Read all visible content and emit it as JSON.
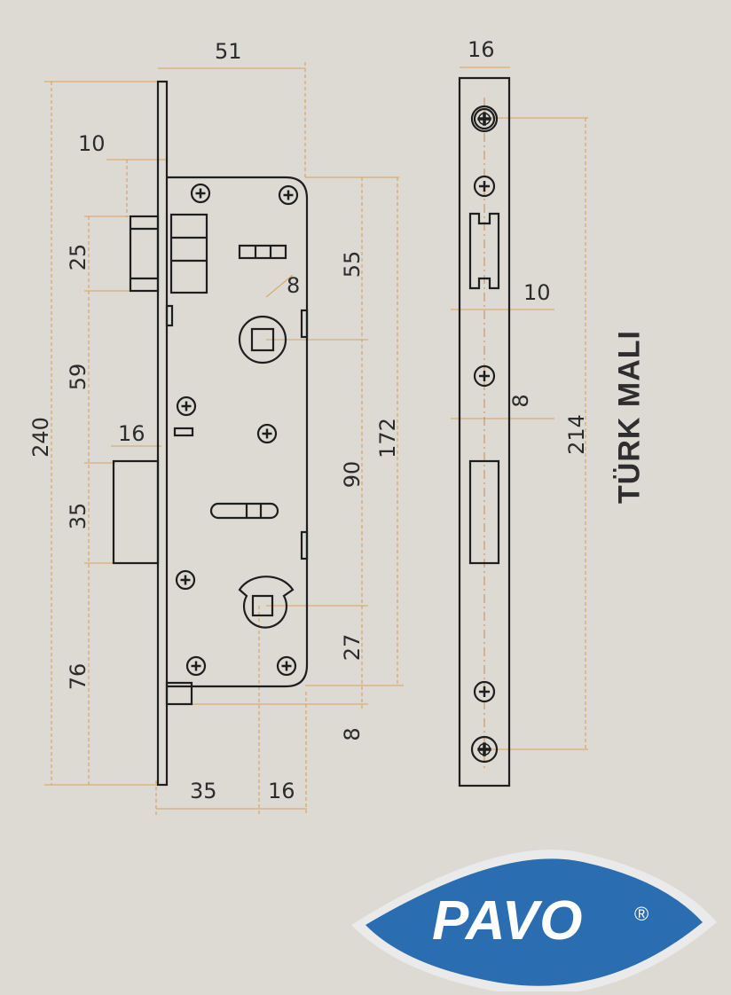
{
  "dimensions": {
    "top_width": "51",
    "lip_width": "10",
    "deadbolt_height": "25",
    "spindle_offset": "55",
    "spindle_square": "8",
    "spindle_to_key": "59",
    "key_to_latch": "90",
    "case_height": "172",
    "overall_height": "240",
    "latch_projection": "16",
    "latch_height": "35",
    "cylinder_to_bottom": "27",
    "bottom_offset": "76",
    "bottom_gap": "8",
    "backset": "35",
    "case_depth": "16"
  },
  "strike_plate": {
    "width": "16",
    "slot_width": "10",
    "slot_gap": "8",
    "screw_span": "214"
  },
  "origin_label": "TÜRK MALI",
  "brand": {
    "name": "PAVO",
    "registered": "®",
    "badge_color": "#2a6db1",
    "badge_border": "#eaeaea"
  },
  "colors": {
    "paper": "#dcdad3",
    "ink": "#1e1e1e",
    "dimension_lines": "#d9a15d"
  }
}
